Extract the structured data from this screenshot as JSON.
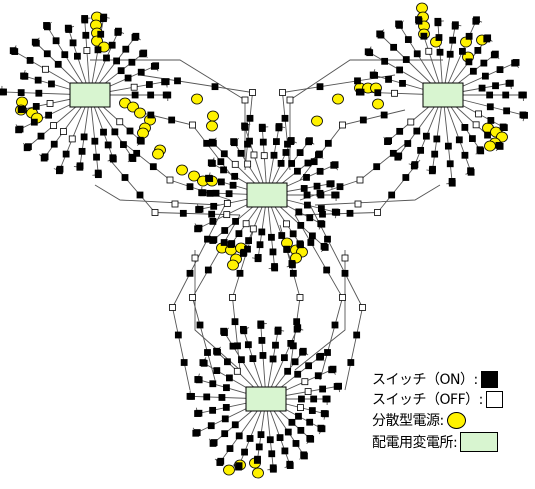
{
  "colors": {
    "switch_on": "#000000",
    "switch_off": "#ffffff",
    "distributed_generator": "#fff200",
    "substation": "#d8f5d0",
    "line": "#555555"
  },
  "legend": {
    "switch_on": "スイッチ（ON）:",
    "switch_off": "スイッチ（OFF）:",
    "distributed_generator": "分散型電源:",
    "substation": "配電用変電所:"
  }
}
